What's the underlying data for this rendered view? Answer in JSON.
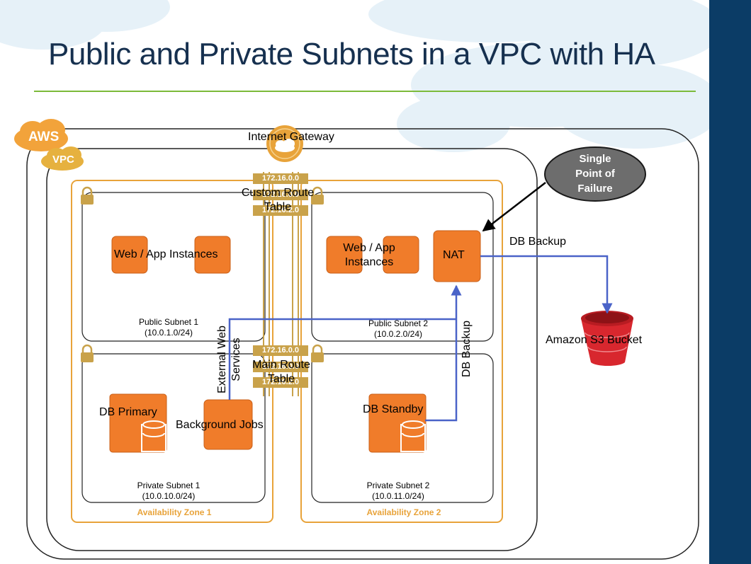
{
  "slide": {
    "title": "Public and Private Subnets in a VPC with HA"
  },
  "badges": {
    "aws": "AWS",
    "vpc": "VPC"
  },
  "gateway": {
    "label": "Internet Gateway"
  },
  "route_tables": {
    "custom": {
      "label_line1": "Custom Route",
      "label_line2": "Table",
      "rows": [
        "172.16.0.0",
        "172.16.0.0",
        "172.16.2.0"
      ]
    },
    "main": {
      "label_line1": "Main Route",
      "label_line2": "Table",
      "rows": [
        "172.16.0.0",
        "172.16.0.0",
        "172.16.2.0"
      ]
    }
  },
  "spof": {
    "line1": "Single",
    "line2": "Point of",
    "line3": "Failure"
  },
  "zones": {
    "az1": "Availability Zone 1",
    "az2": "Availability Zone 2"
  },
  "subnets": {
    "public1": {
      "name": "Public Subnet 1",
      "cidr": "(10.0.1.0/24)"
    },
    "public2": {
      "name": "Public Subnet 2",
      "cidr": "(10.0.2.0/24)"
    },
    "private1": {
      "name": "Private Subnet 1",
      "cidr": "(10.0.10.0/24)"
    },
    "private2": {
      "name": "Private Subnet 2",
      "cidr": "(10.0.11.0/24)"
    }
  },
  "instances": {
    "web_app_1": "Web / App Instances",
    "web_app_2_line1": "Web / App",
    "web_app_2_line2": "Instances",
    "nat": "NAT",
    "db_primary": "DB Primary",
    "background_jobs": "Background Jobs",
    "db_standby": "DB Standby"
  },
  "s3": {
    "label": "Amazon S3 Bucket"
  },
  "flows": {
    "db_backup_top": "DB Backup",
    "db_backup_vertical": "DB Backup",
    "external_web_line1": "External Web",
    "external_web_line2": "Services"
  },
  "colors": {
    "title": "#16304f",
    "sidebar": "#0b3c66",
    "rule": "#7cba3a",
    "aws_orange": "#f07c2a",
    "zone_gold": "#e8a33a",
    "flow_blue": "#4a63c8",
    "spof_gray": "#6d6d6d",
    "s3_red": "#d8272e"
  }
}
